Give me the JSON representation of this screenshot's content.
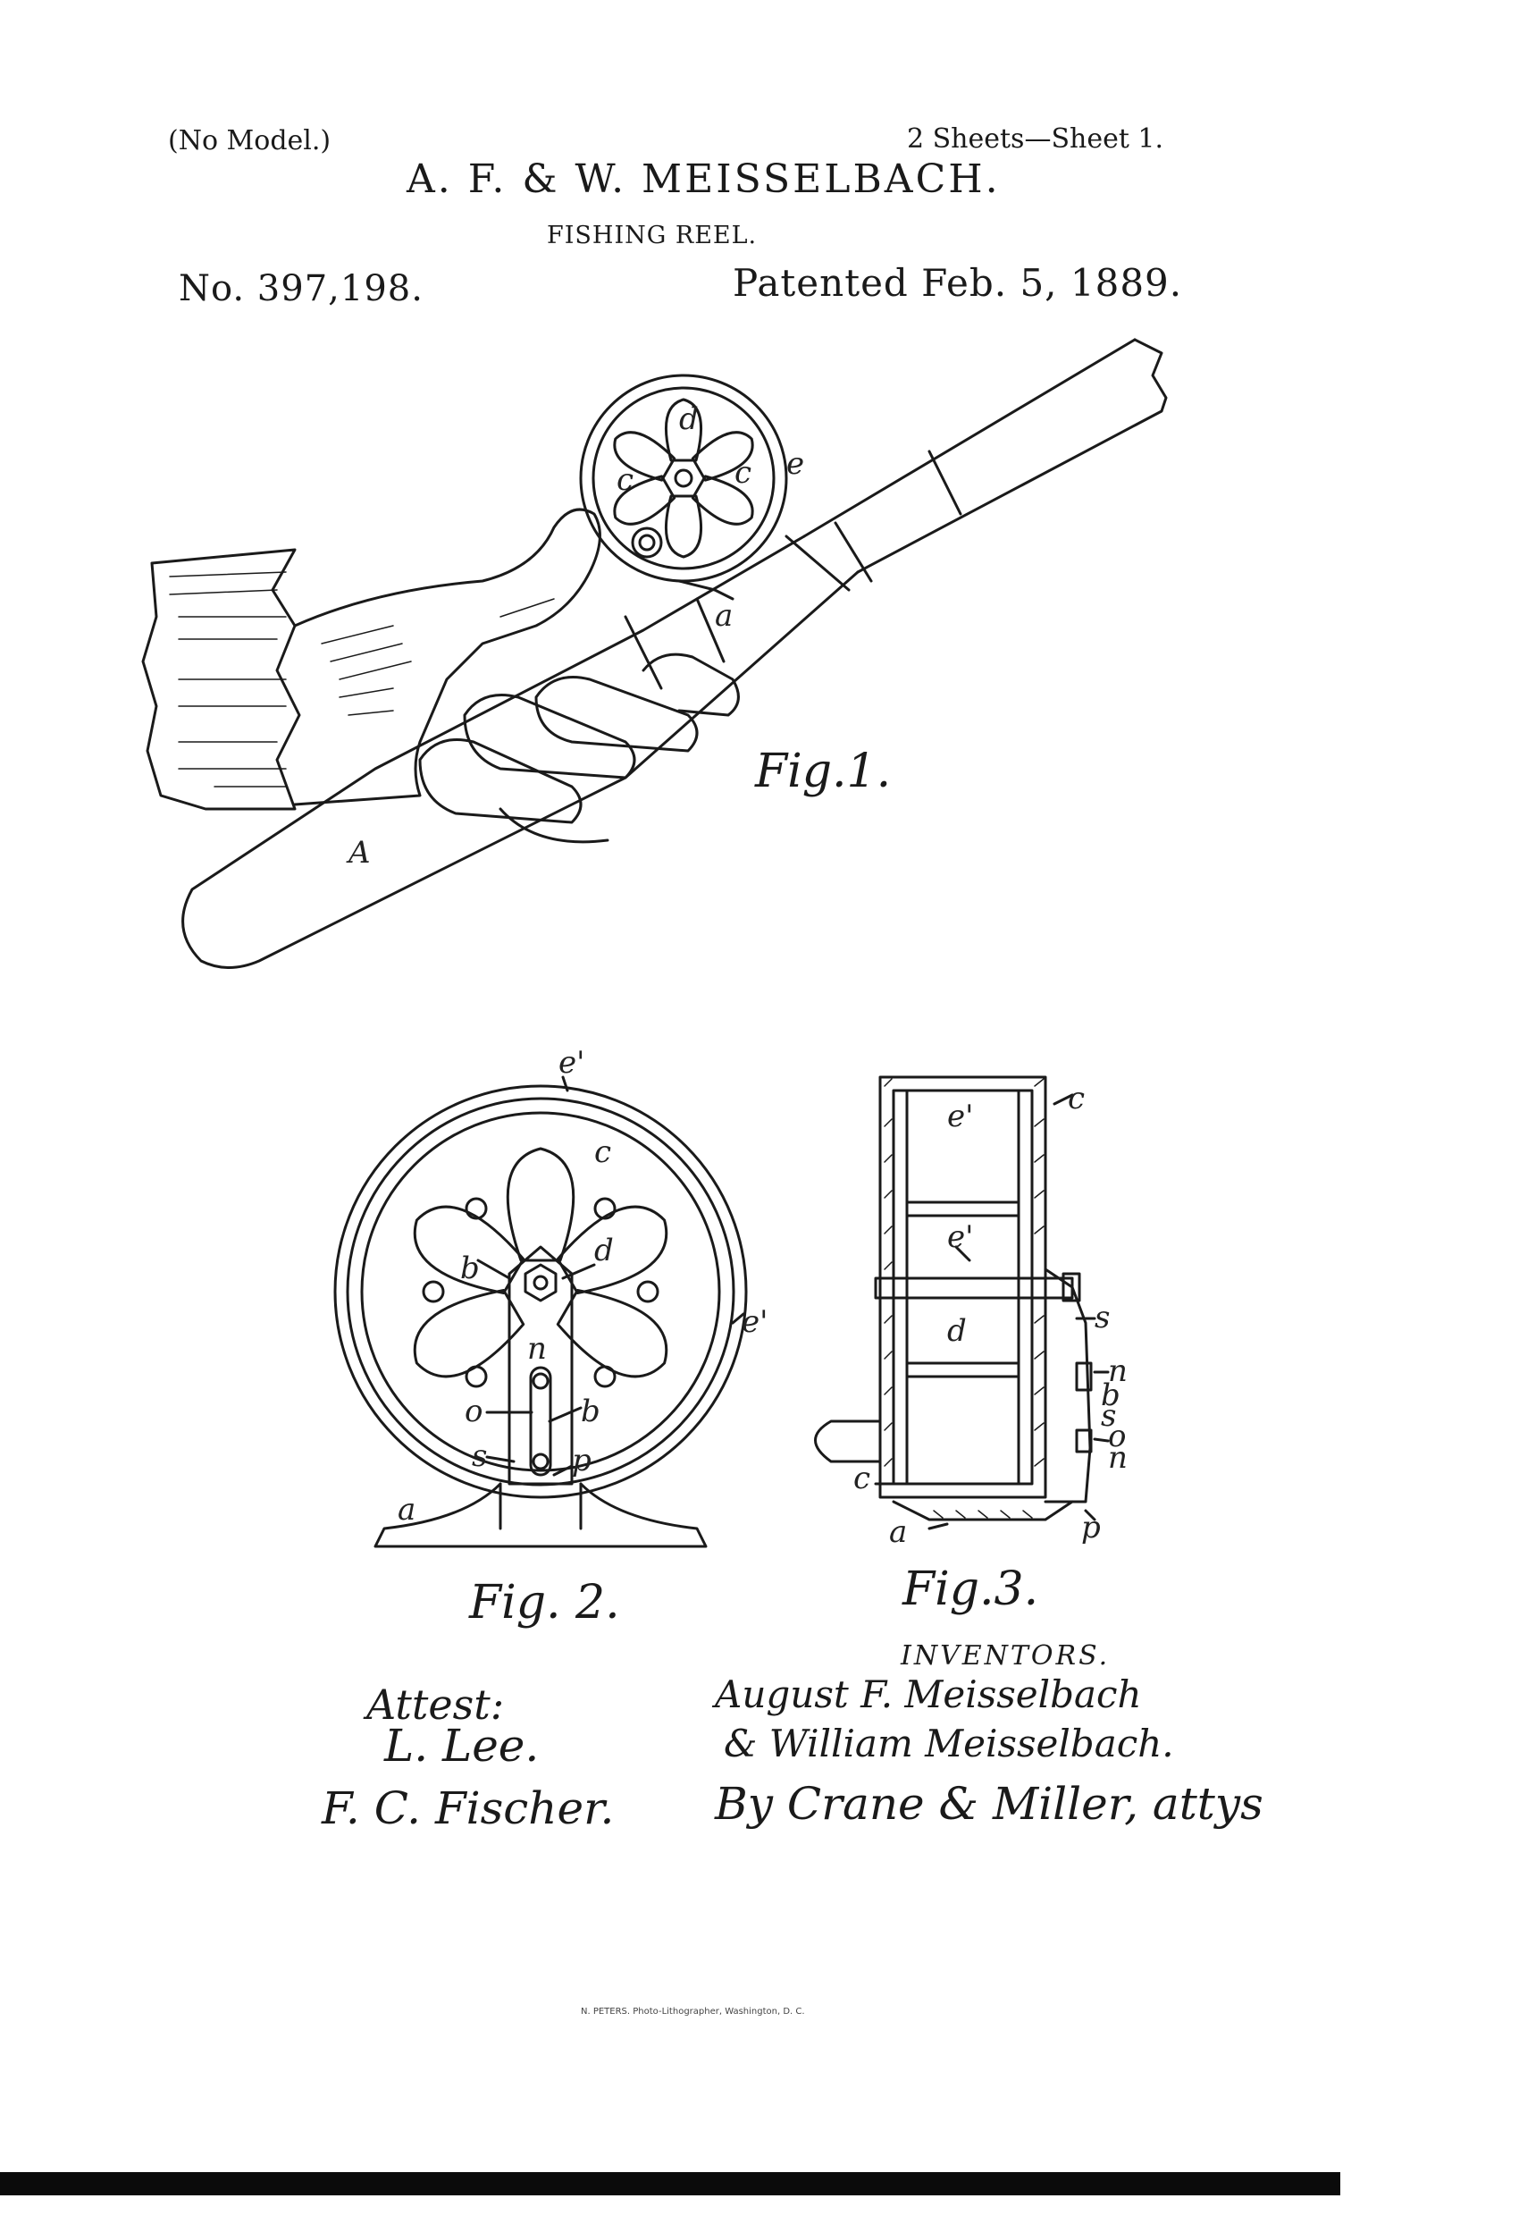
{
  "header": {
    "no_model": "(No Model.)",
    "sheets": "2 Sheets—Sheet 1.",
    "inventor_names": "A. F. & W. MEISSELBACH.",
    "title": "FISHING REEL.",
    "patent_number": "No. 397,198.",
    "patent_date": "Patented Feb. 5, 1889."
  },
  "figures": {
    "fig1": {
      "caption": "Fig.1.",
      "labels": {
        "d": "d",
        "c1": "c",
        "c2": "c",
        "e": "e",
        "a": "a",
        "A": "A"
      }
    },
    "fig2": {
      "caption": "Fig. 2.",
      "labels": {
        "e_top": "e'",
        "c": "c",
        "b1": "b",
        "d": "d",
        "e_side": "e'",
        "n": "n",
        "o": "o",
        "b2": "b",
        "s": "s",
        "p": "p",
        "a": "a"
      }
    },
    "fig3": {
      "caption": "Fig.3.",
      "labels": {
        "e_top": "e'",
        "c_top": "c",
        "e_mid": "e'",
        "d": "d",
        "s": "s",
        "n1": "n",
        "b": "b",
        "s2": "s",
        "o": "o",
        "n2": "n",
        "c_bot": "c",
        "a": "a",
        "p": "p"
      }
    }
  },
  "attest": {
    "heading": "Attest:",
    "witness1": "L. Lee.",
    "witness2": "F. C. Fischer."
  },
  "inventors": {
    "heading": "INVENTORS.",
    "name1": "August F. Meisselbach",
    "name2": "& William Meisselbach.",
    "attorneys": "By Crane & Miller, attys"
  },
  "footer": {
    "lithographer": "N. PETERS. Photo-Lithographer, Washington, D. C."
  }
}
